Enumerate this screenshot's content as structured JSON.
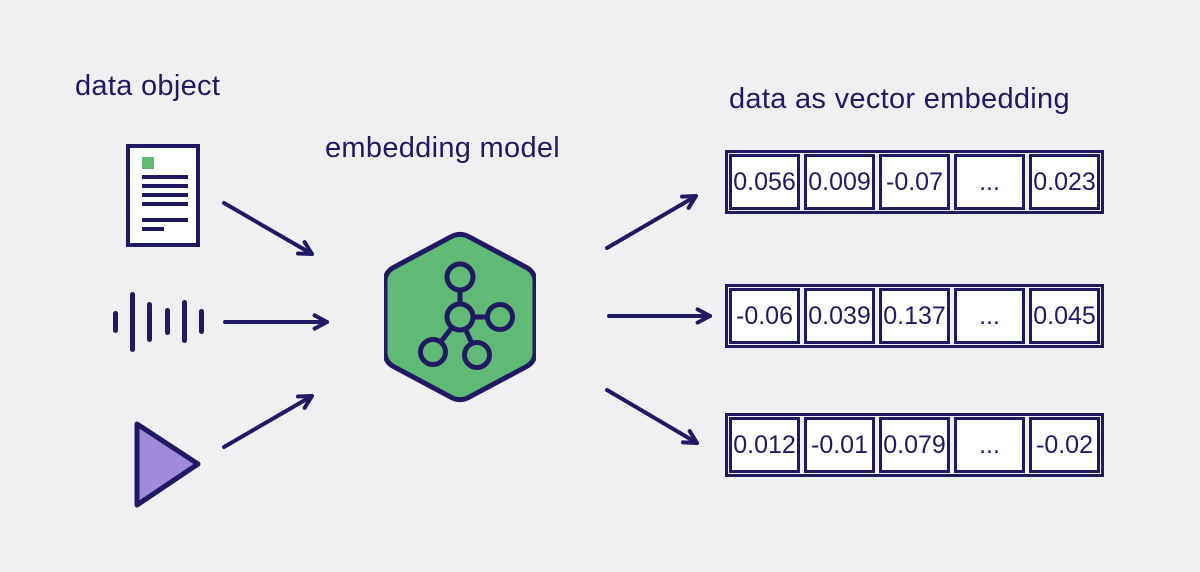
{
  "colors": {
    "background": "#f0f0f2",
    "navy": "#201a63",
    "green": "#61b976",
    "purple": "#a18ad9",
    "white": "#ffffff"
  },
  "labels": {
    "data_object": "data object",
    "embedding_model": "embedding model",
    "vector_title": "data as vector embedding"
  },
  "icons": {
    "document": "document-icon",
    "audio": "audio-waveform-icon",
    "video": "play-triangle-icon",
    "model": "hexagon-network-icon",
    "arrows": "arrow-icon"
  },
  "vectors": {
    "rows": [
      {
        "cells": [
          "0.056",
          "0.009",
          "-0.07",
          "...",
          "0.023"
        ]
      },
      {
        "cells": [
          "-0.06",
          "0.039",
          "0.137",
          "...",
          "0.045"
        ]
      },
      {
        "cells": [
          "0.012",
          "-0.01",
          "0.079",
          "...",
          "-0.02"
        ]
      }
    ]
  }
}
